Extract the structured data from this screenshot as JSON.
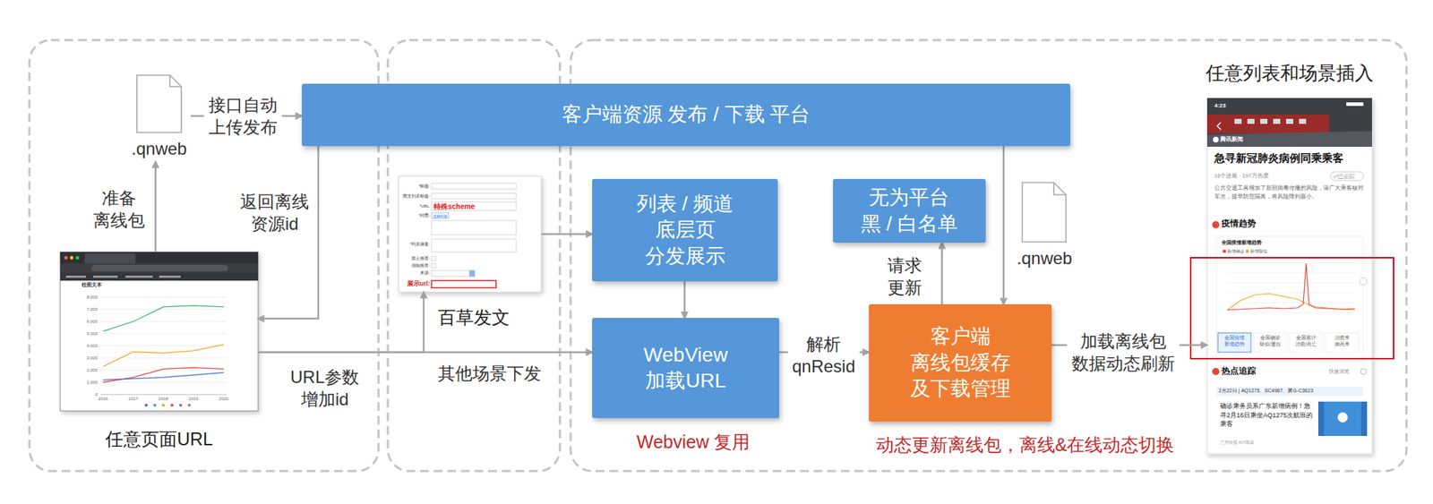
{
  "diagram": {
    "nodes": [
      {
        "text": [
          ".qnweb"
        ]
      },
      {
        "text": [
          "任意页面URL",
          "柱图文本",
          "8,000",
          "7,000",
          "6,000",
          "5,000",
          "4,000",
          "3,000",
          "2,000",
          "1,000",
          "0",
          "2016",
          "2017",
          "2018",
          "2019",
          "2020"
        ]
      },
      {
        "text": [
          "客户端资源 发布 / 下载 平台"
        ]
      },
      {
        "text": [
          "百草发文",
          "*标题:",
          "图文列表标题:",
          "*URL:",
          "特殊scheme",
          "*封面:",
          "选择封面",
          "*列表摘要:",
          "禁止推荐:",
          "强制推荐:",
          "来源:",
          "展示url:"
        ]
      },
      {
        "text": [
          "列表 / 频道 底层页 分发展示"
        ]
      },
      {
        "text": [
          "WebView 加载URL"
        ]
      },
      {
        "text": [
          "无为平台 黑 / 白名单"
        ]
      },
      {
        "text": [
          ".qnweb"
        ]
      },
      {
        "text": [
          "客户端 离线包缓存 及下载管理"
        ]
      },
      {
        "text": [
          "任意列表和场景插入",
          "4:23",
          "腾讯新闻",
          "急寻新冠肺炎病例同乘乘客",
          "16个进展 · 197万热度",
          "已追踪",
          "公共交通工具增加了新冠病毒传播的风险，请广大乘客核对车次，提早防范隔离，将风险降到最小。",
          "疫情趋势",
          "全国疫情新增趋势",
          "新增确诊",
          "新增疑似",
          "全国疫情 新增趋势",
          "全国确诊 疑似/重症",
          "全国累计 治愈/死亡",
          "治愈率 病死率",
          "热点追踪",
          "快速浏览",
          "2月22日 | AQ1275、SC4967、冀G-C3623",
          "确诊乘务员系广东新增病例！急寻2月16日乘坐AQ1275次航班的乘客",
          "三方快报 407阅读"
        ]
      }
    ],
    "edges": [
      {
        "from": 1,
        "to": 0,
        "label": "准备 离线包",
        "arrow": "to"
      },
      {
        "from": 0,
        "to": 2,
        "label": "接口自动 上传发布",
        "arrow": "to"
      },
      {
        "from": 2,
        "to": 1,
        "label": "返回离线 资源id",
        "arrow": "to"
      },
      {
        "from": 1,
        "to": 3,
        "label": "URL参数 增加id",
        "arrow": "to"
      },
      {
        "from": 1,
        "to": 5,
        "label": "其他场景下发",
        "arrow": "to"
      },
      {
        "from": 3,
        "to": 4,
        "arrow": "to"
      },
      {
        "from": 4,
        "to": 5,
        "arrow": "to"
      },
      {
        "from": 5,
        "to": 8,
        "label": "解析 qnResid",
        "arrow": "to"
      },
      {
        "from": 8,
        "to": 6,
        "label": "请求 更新",
        "arrow": "to"
      },
      {
        "from": 2,
        "to": 8,
        "arrow": "to"
      },
      {
        "from": 8,
        "to": 9,
        "label": "加载离线包 数据动态刷新",
        "arrow": "to"
      }
    ],
    "labels": [
      "Webview 复用",
      "动态更新离线包，离线&在线动态切换"
    ]
  }
}
